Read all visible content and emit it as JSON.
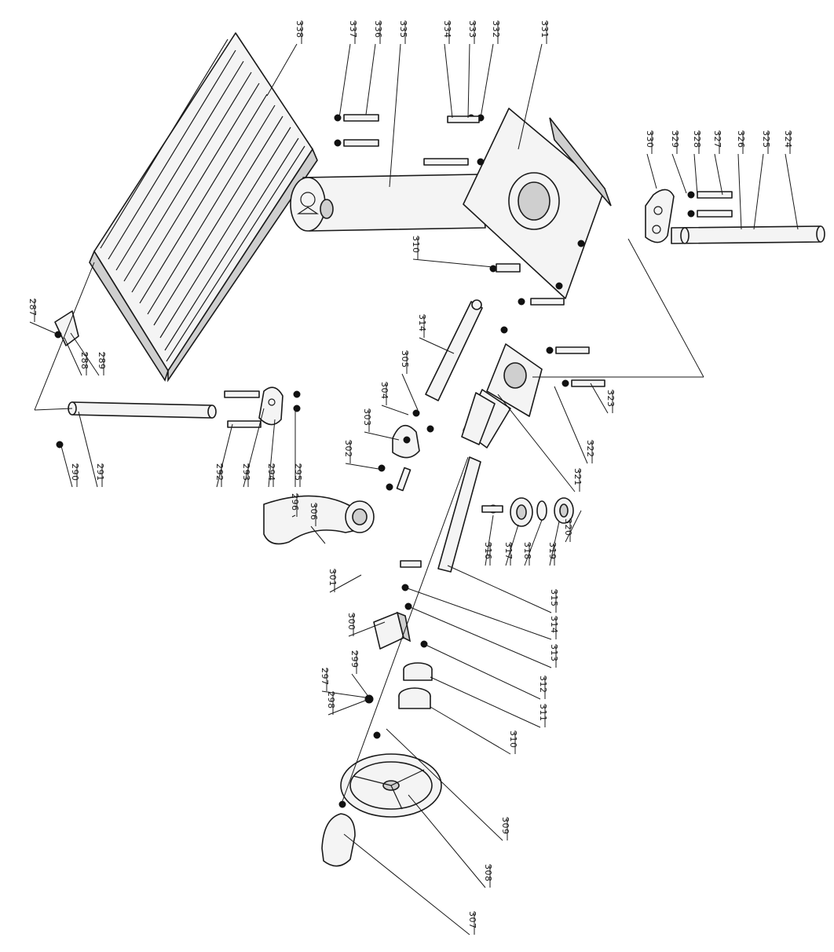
{
  "colors": {
    "ink": "#1a1a1a",
    "paper": "#ffffff",
    "shade": "#cfcfcf"
  },
  "callouts": [
    {
      "id": "c338",
      "label": "338"
    },
    {
      "id": "c337",
      "label": "337"
    },
    {
      "id": "c336",
      "label": "336"
    },
    {
      "id": "c335",
      "label": "335"
    },
    {
      "id": "c334",
      "label": "334"
    },
    {
      "id": "c333",
      "label": "333"
    },
    {
      "id": "c332",
      "label": "332"
    },
    {
      "id": "c331",
      "label": "331"
    },
    {
      "id": "c330",
      "label": "330"
    },
    {
      "id": "c329",
      "label": "329"
    },
    {
      "id": "c328",
      "label": "328"
    },
    {
      "id": "c327",
      "label": "327"
    },
    {
      "id": "c326",
      "label": "326"
    },
    {
      "id": "c325",
      "label": "325"
    },
    {
      "id": "c324",
      "label": "324"
    },
    {
      "id": "c310",
      "label": "310"
    },
    {
      "id": "c314",
      "label": "314"
    },
    {
      "id": "c305",
      "label": "305"
    },
    {
      "id": "c304",
      "label": "304"
    },
    {
      "id": "c303",
      "label": "303"
    },
    {
      "id": "c302",
      "label": "302"
    },
    {
      "id": "c323",
      "label": "323"
    },
    {
      "id": "c322",
      "label": "322"
    },
    {
      "id": "c321",
      "label": "321"
    },
    {
      "id": "c320",
      "label": "320"
    },
    {
      "id": "c319",
      "label": "319"
    },
    {
      "id": "c318",
      "label": "318"
    },
    {
      "id": "c317",
      "label": "317"
    },
    {
      "id": "c316",
      "label": "316"
    },
    {
      "id": "c315",
      "label": "315"
    },
    {
      "id": "c314b",
      "label": "314"
    },
    {
      "id": "c313",
      "label": "313"
    },
    {
      "id": "c312",
      "label": "312"
    },
    {
      "id": "c311",
      "label": "311"
    },
    {
      "id": "c310b",
      "label": "310"
    },
    {
      "id": "c309",
      "label": "309"
    },
    {
      "id": "c308",
      "label": "308"
    },
    {
      "id": "c307",
      "label": "307"
    },
    {
      "id": "c306",
      "label": "306"
    },
    {
      "id": "c301",
      "label": "301"
    },
    {
      "id": "c300",
      "label": "300"
    },
    {
      "id": "c299",
      "label": "299"
    },
    {
      "id": "c298",
      "label": "298"
    },
    {
      "id": "c297",
      "label": "297"
    },
    {
      "id": "c296",
      "label": "296"
    },
    {
      "id": "c295",
      "label": "295"
    },
    {
      "id": "c294",
      "label": "294"
    },
    {
      "id": "c293",
      "label": "293"
    },
    {
      "id": "c292",
      "label": "292"
    },
    {
      "id": "c291",
      "label": "291"
    },
    {
      "id": "c290",
      "label": "290"
    },
    {
      "id": "c289",
      "label": "289"
    },
    {
      "id": "c288",
      "label": "288"
    },
    {
      "id": "c287",
      "label": "287"
    }
  ]
}
